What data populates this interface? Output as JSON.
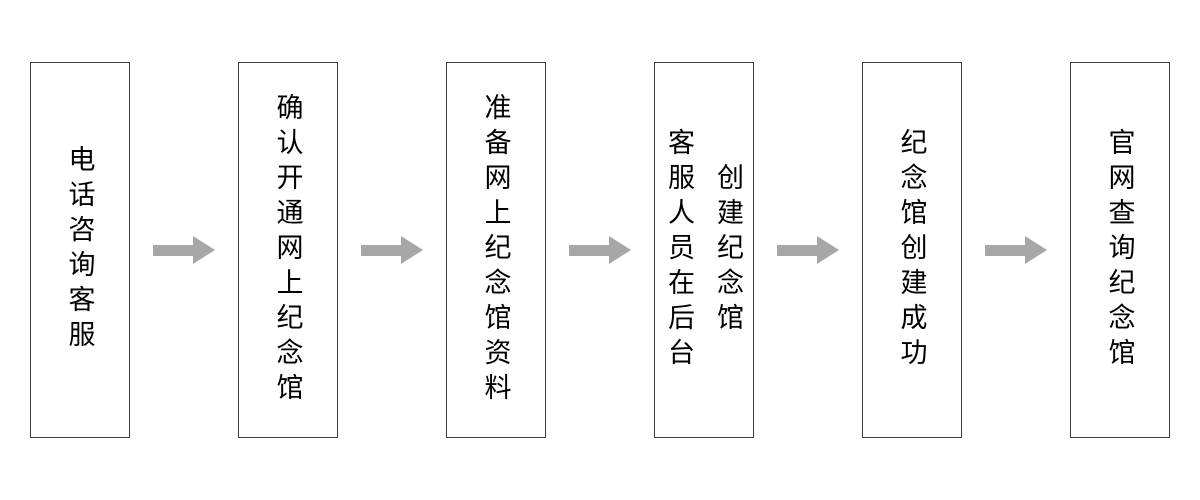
{
  "flow": {
    "direction": "left-to-right",
    "steps": [
      {
        "id": 1,
        "label": "电话咨询客服",
        "columns": [
          "电话咨询客服"
        ]
      },
      {
        "id": 2,
        "label": "确认开通网上纪念馆",
        "columns": [
          "确认开通网上纪念馆"
        ]
      },
      {
        "id": 3,
        "label": "准备网上纪念馆资料",
        "columns": [
          "准备网上纪念馆资料"
        ]
      },
      {
        "id": 4,
        "label": "客服人员在后台创建纪念馆",
        "columns": [
          "客服人员在后台",
          "创建纪念馆"
        ]
      },
      {
        "id": 5,
        "label": "纪念馆创建成功",
        "columns": [
          "纪念馆创建成功"
        ]
      },
      {
        "id": 6,
        "label": "官网查询纪念馆",
        "columns": [
          "官网查询纪念馆"
        ]
      }
    ],
    "colors": {
      "box_border": "#404040",
      "box_background": "#ffffff",
      "arrow": "#a6a6a6",
      "text": "#000000",
      "page_background": "#ffffff"
    }
  }
}
